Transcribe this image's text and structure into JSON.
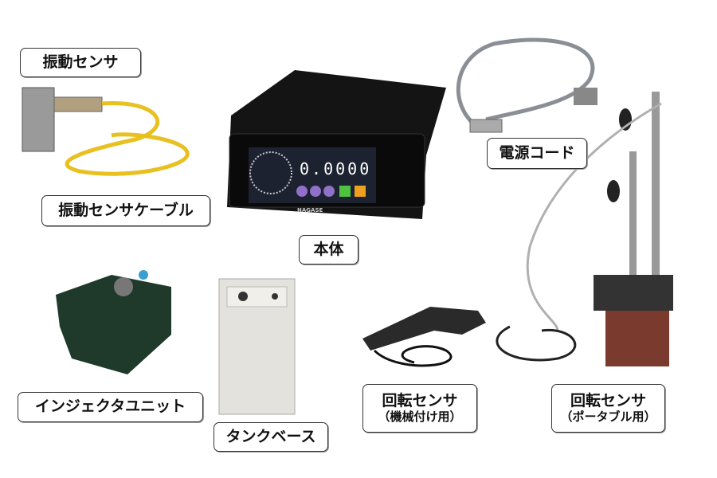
{
  "labels": {
    "vibration_sensor": "振動センサ",
    "vibration_sensor_cable": "振動センサケーブル",
    "main_unit": "本体",
    "power_cord": "電源コード",
    "injector_unit": "インジェクタユニット",
    "tank_base": "タンクベース",
    "rotation_sensor_machine": {
      "title": "回転センサ",
      "sub": "（機械付け用）"
    },
    "rotation_sensor_portable": {
      "title": "回転センサ",
      "sub": "（ポータブル用）"
    }
  },
  "main_unit_display": {
    "reading": "0.0000",
    "brand": "NAGASE"
  },
  "colors": {
    "cable_yellow": "#e8c020",
    "unit_black": "#141414",
    "base_brown": "#7a3a2e",
    "injector_green": "#1f3a2a",
    "tank_gray": "#e4e2dc"
  }
}
